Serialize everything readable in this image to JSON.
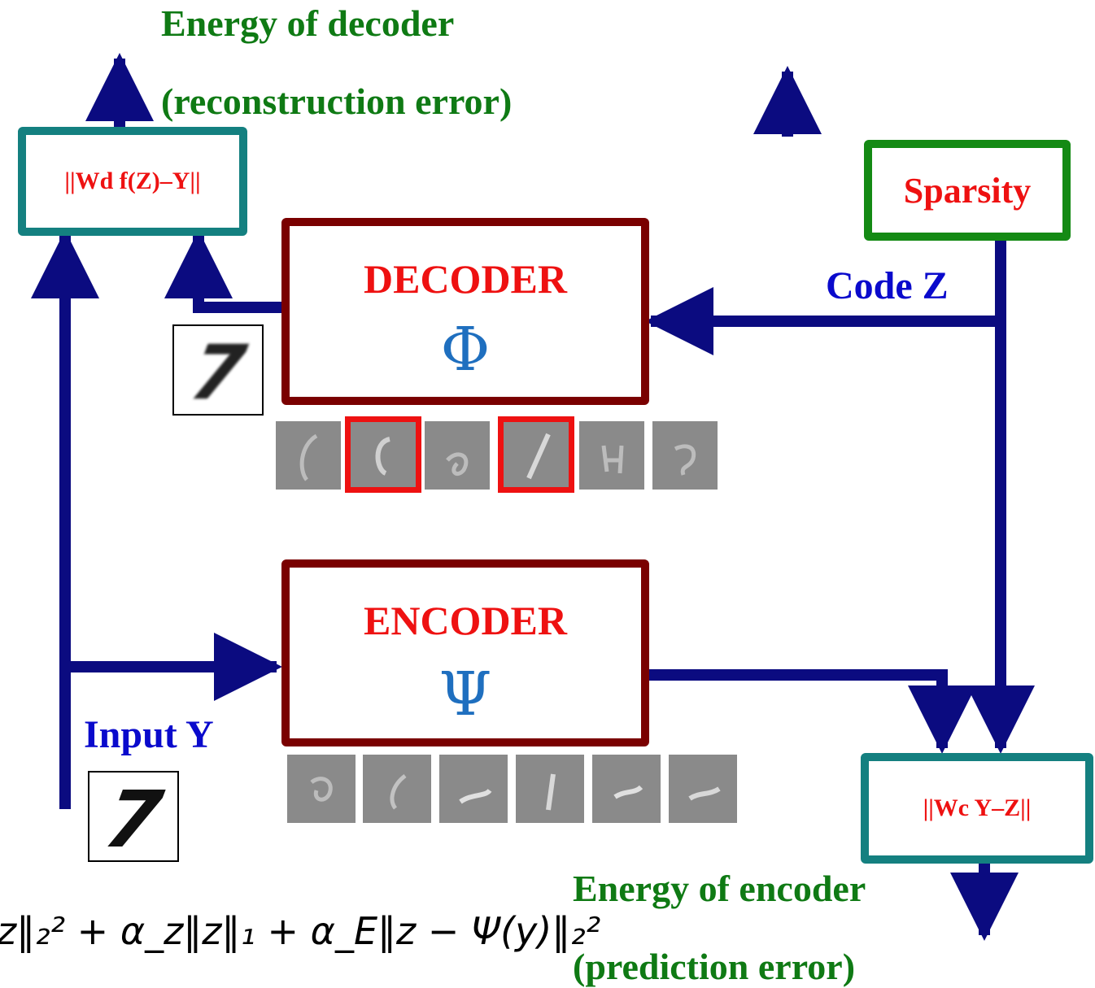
{
  "top_label": {
    "line1": "Energy of decoder",
    "line2": "(reconstruction error)"
  },
  "recon_box": {
    "text": "||Wd f(Z)–Y||"
  },
  "sparsity_box": {
    "text": "Sparsity"
  },
  "decoder": {
    "title": "DECODER",
    "symbol": "Φ"
  },
  "encoder": {
    "title": "ENCODER",
    "symbol": "Ψ"
  },
  "code_label": "Code Z",
  "input_label": "Input Y",
  "pred_box": {
    "text": "||Wc Y–Z||"
  },
  "bottom_label": {
    "line1": "Energy of encoder",
    "line2": "(prediction error)"
  },
  "formula": "z‖₂² + α_z‖z‖₁ + α_E‖z − Ψ(y)‖₂²",
  "digit_glyph": "7",
  "decoder_filters": {
    "count": 6,
    "highlighted": [
      2,
      4
    ]
  },
  "encoder_filters": {
    "count": 6
  },
  "colors": {
    "arrow": "#0b0b80",
    "energy_text": "#0f7a14",
    "box_text": "#ee1111",
    "label_text": "#0a0acc",
    "greek": "#1f6fbf",
    "teal_box": "#148080",
    "maroon_box": "#7a0000",
    "sparsity_box": "#148a14"
  }
}
